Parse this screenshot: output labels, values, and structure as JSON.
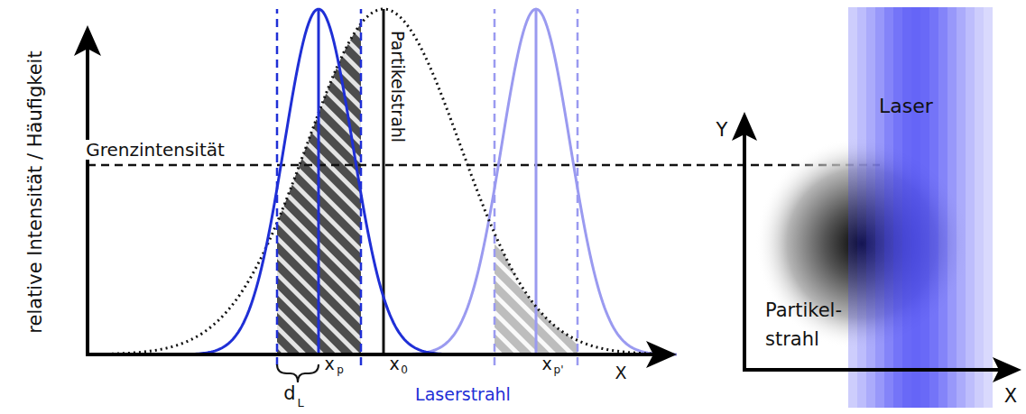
{
  "diagram": {
    "labels": [
      "relative Intensität / Häufigkeit",
      "Grenzintensität",
      "Partikelstrahl",
      "d",
      "L",
      "x",
      "p",
      "x",
      "0",
      "x",
      "p'",
      "Laserstrahl",
      "X",
      "Y",
      "Laser",
      "Partikel- strahl",
      "X"
    ]
  }
}
